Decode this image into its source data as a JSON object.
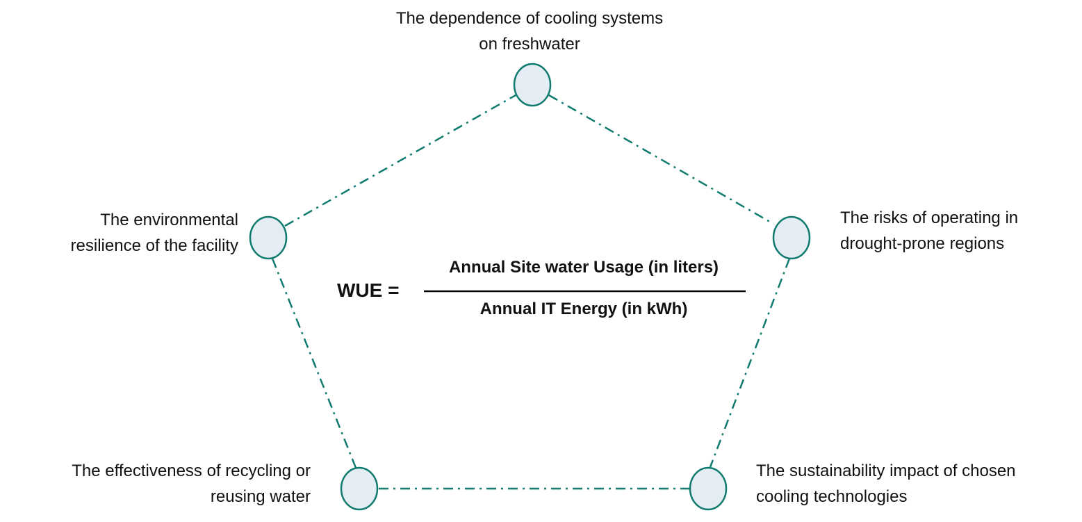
{
  "colors": {
    "node_stroke": "#0f7a6e",
    "node_fill": "#e4ecf4",
    "edge": "#0f7a6e",
    "text": "#111111"
  },
  "nodes": [
    {
      "id": "top",
      "label_line1": "The dependence of cooling systems",
      "label_line2": "on freshwater"
    },
    {
      "id": "right",
      "label_line1": "The risks of operating in",
      "label_line2": "drought-prone regions"
    },
    {
      "id": "bottom-right",
      "label_line1": "The sustainability impact of chosen",
      "label_line2": "cooling technologies"
    },
    {
      "id": "bottom-left",
      "label_line1": "The effectiveness of recycling or",
      "label_line2": "reusing water"
    },
    {
      "id": "left",
      "label_line1": "The environmental",
      "label_line2": "resilience of the facility"
    }
  ],
  "formula": {
    "lhs": "WUE =",
    "numerator": "Annual Site water Usage (in liters)",
    "denominator": "Annual IT Energy (in kWh)"
  }
}
